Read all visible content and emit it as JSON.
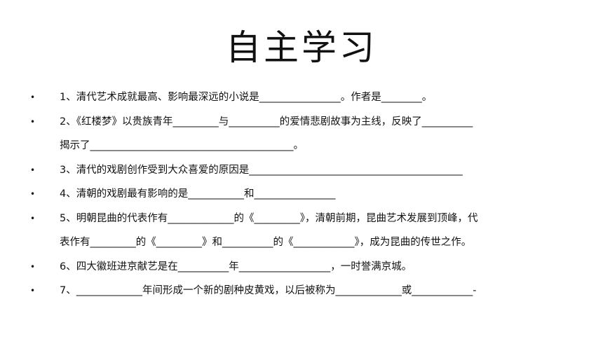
{
  "title": "自主学习",
  "items": [
    {
      "lines": [
        "1、清代艺术成就最高、影响最深远的小说是________________。作者是________。"
      ]
    },
    {
      "lines": [
        "2、《红楼梦》以贵族青年_________与__________的爱情悲剧故事为主线，反映了__________",
        "揭示了________________________________________。"
      ]
    },
    {
      "lines": [
        "3、清代的戏剧创作受到大众喜爱的原因是__________________________________________"
      ]
    },
    {
      "lines": [
        "4、清朝的戏剧最有影响的是___________和________________"
      ]
    },
    {
      "lines": [
        "5、明朝昆曲的代表作有_____________的《_________》，清朝前期，昆曲艺术发展到顶峰，代",
        "表作有_________的《_________》和__________的《____________》，成为昆曲的传世之作。"
      ]
    },
    {
      "lines": [
        "6、四大徽班进京献艺是在__________年__________________，一时誉满京城。"
      ]
    },
    {
      "lines": [
        "7、_____________年间形成一个新的剧种皮黄戏，以后被称为_____________或____________-"
      ]
    }
  ]
}
